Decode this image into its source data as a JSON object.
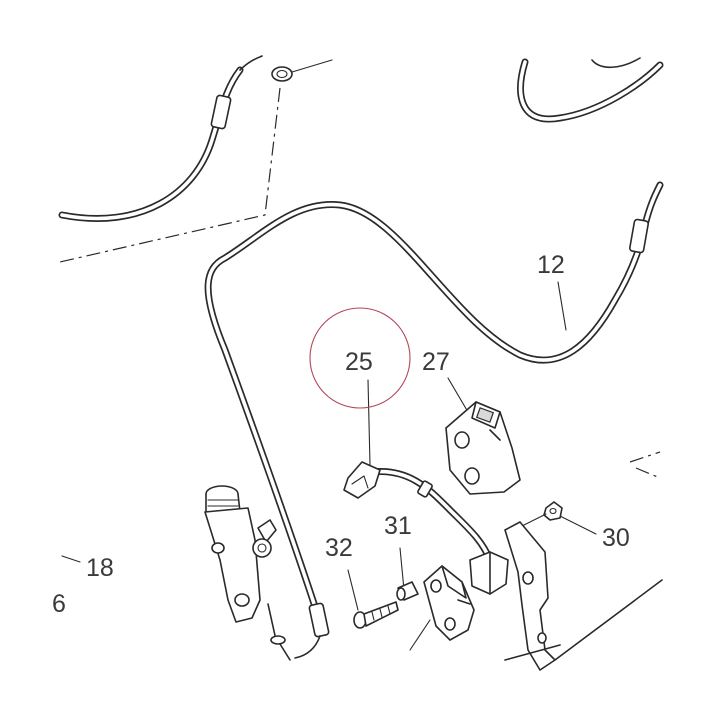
{
  "diagram": {
    "callouts": [
      {
        "id": "12",
        "label": "12"
      },
      {
        "id": "25",
        "label": "25"
      },
      {
        "id": "27",
        "label": "27"
      },
      {
        "id": "30",
        "label": "30"
      },
      {
        "id": "31",
        "label": "31"
      },
      {
        "id": "32",
        "label": "32"
      },
      {
        "id": "18",
        "label": "18"
      },
      {
        "id": "edge",
        "label": "6"
      }
    ],
    "highlight": {
      "target": "25",
      "color": "#b0485a"
    },
    "colors": {
      "line": "#2a2a2a",
      "text": "#3a3a3a",
      "background": "#ffffff"
    }
  }
}
